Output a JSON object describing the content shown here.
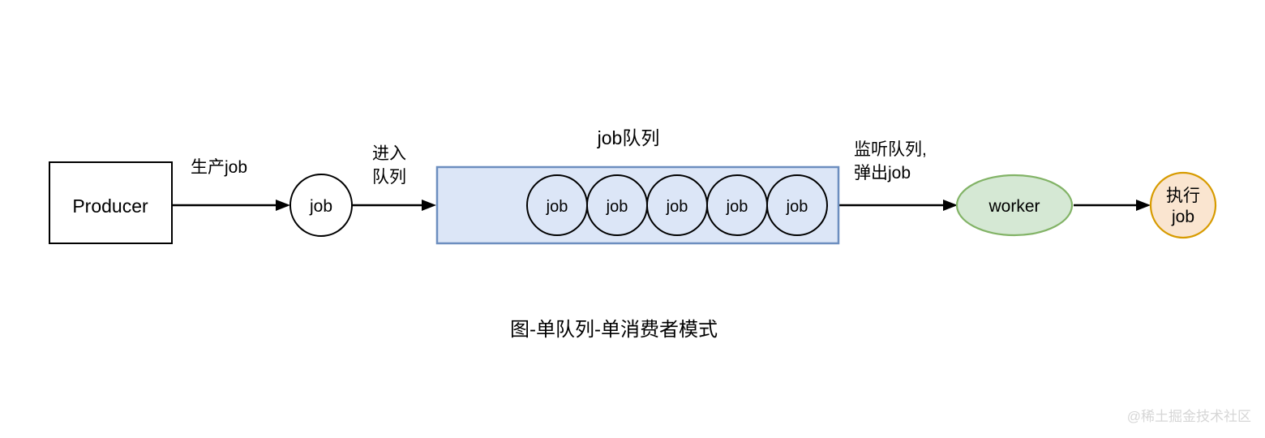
{
  "diagram": {
    "title_caption": "图-单队列-单消费者模式",
    "watermark": "@稀土掘金技术社区",
    "queue_title": "job队列",
    "nodes": {
      "producer": {
        "label": "Producer",
        "shape": "rectangle",
        "fill": "#ffffff",
        "stroke": "#000000"
      },
      "job_in_transit": {
        "label": "job",
        "shape": "circle",
        "fill": "#ffffff",
        "stroke": "#000000"
      },
      "queue_box": {
        "shape": "rectangle",
        "fill": "#dce6f7",
        "stroke": "#6c8ebf"
      },
      "worker": {
        "label": "worker",
        "shape": "ellipse",
        "fill": "#d5e8d4",
        "stroke": "#82b366"
      },
      "execute_job": {
        "label_line1": "执行",
        "label_line2": "job",
        "shape": "circle",
        "fill": "#fae5d0",
        "stroke": "#d79b00"
      }
    },
    "queue_items": [
      {
        "label": "job"
      },
      {
        "label": "job"
      },
      {
        "label": "job"
      },
      {
        "label": "job"
      },
      {
        "label": "job"
      }
    ],
    "edges": [
      {
        "id": "produce",
        "label_line1": "生产job",
        "label_line2": ""
      },
      {
        "id": "enqueue",
        "label_line1": "进入",
        "label_line2": "队列"
      },
      {
        "id": "dequeue",
        "label_line1": "监听队列,",
        "label_line2": "弹出job"
      },
      {
        "id": "execute",
        "label_line1": "",
        "label_line2": ""
      }
    ]
  }
}
